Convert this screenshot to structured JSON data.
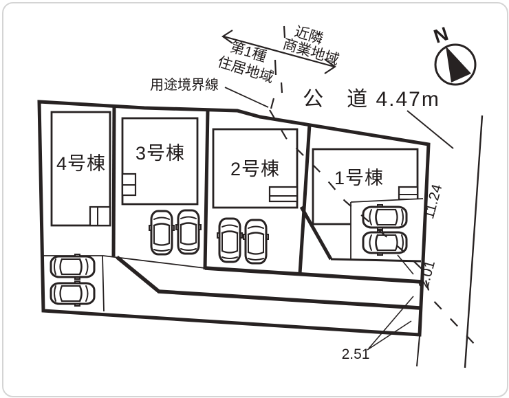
{
  "colors": {
    "line": "#272222",
    "frame": "#d4d4d4",
    "background": "#ffffff"
  },
  "compass": {
    "north_label": "N"
  },
  "road": {
    "label": "公　道 4.47m"
  },
  "zoning": {
    "boundary_label": "用途境界線",
    "residential_line1": "第1種",
    "residential_line2": "住居地域",
    "commercial_line1": "近隣",
    "commercial_line2": "商業地域"
  },
  "buildings": [
    {
      "label": "1号棟"
    },
    {
      "label": "2号棟"
    },
    {
      "label": "3号棟"
    },
    {
      "label": "4号棟"
    }
  ],
  "dimensions": {
    "frontage": "11.24",
    "width_small": "2.01",
    "width_strip": "2.51"
  }
}
